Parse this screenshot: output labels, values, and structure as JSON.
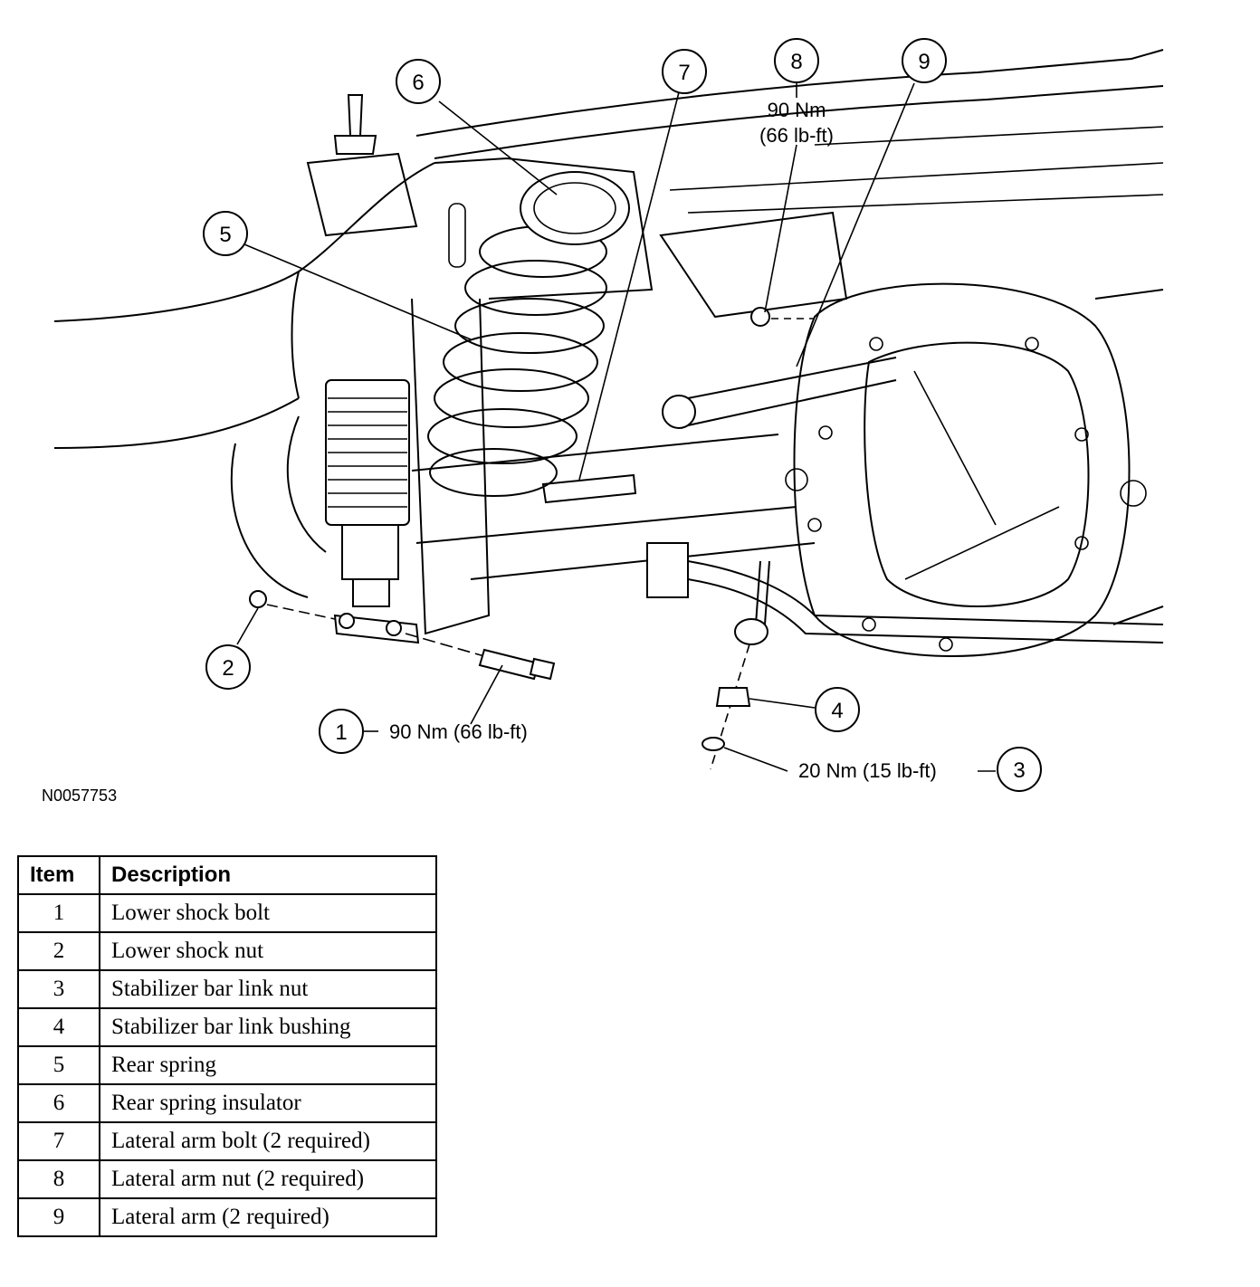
{
  "figure_id": "N0057753",
  "callouts": [
    {
      "num": "1",
      "torque": "90 Nm (66 lb-ft)"
    },
    {
      "num": "2"
    },
    {
      "num": "3",
      "torque": "20 Nm (15 lb-ft)"
    },
    {
      "num": "4"
    },
    {
      "num": "5"
    },
    {
      "num": "6"
    },
    {
      "num": "7"
    },
    {
      "num": "8",
      "torque_line1": "90 Nm",
      "torque_line2": "(66 lb-ft)"
    },
    {
      "num": "9"
    }
  ],
  "legend": {
    "headers": {
      "item": "Item",
      "description": "Description"
    },
    "rows": [
      {
        "item": "1",
        "description": "Lower shock bolt"
      },
      {
        "item": "2",
        "description": "Lower shock nut"
      },
      {
        "item": "3",
        "description": "Stabilizer bar link nut"
      },
      {
        "item": "4",
        "description": "Stabilizer bar link bushing"
      },
      {
        "item": "5",
        "description": "Rear spring"
      },
      {
        "item": "6",
        "description": "Rear spring insulator"
      },
      {
        "item": "7",
        "description": "Lateral arm bolt (2 required)"
      },
      {
        "item": "8",
        "description": "Lateral arm nut (2 required)"
      },
      {
        "item": "9",
        "description": "Lateral arm (2 required)"
      }
    ]
  }
}
